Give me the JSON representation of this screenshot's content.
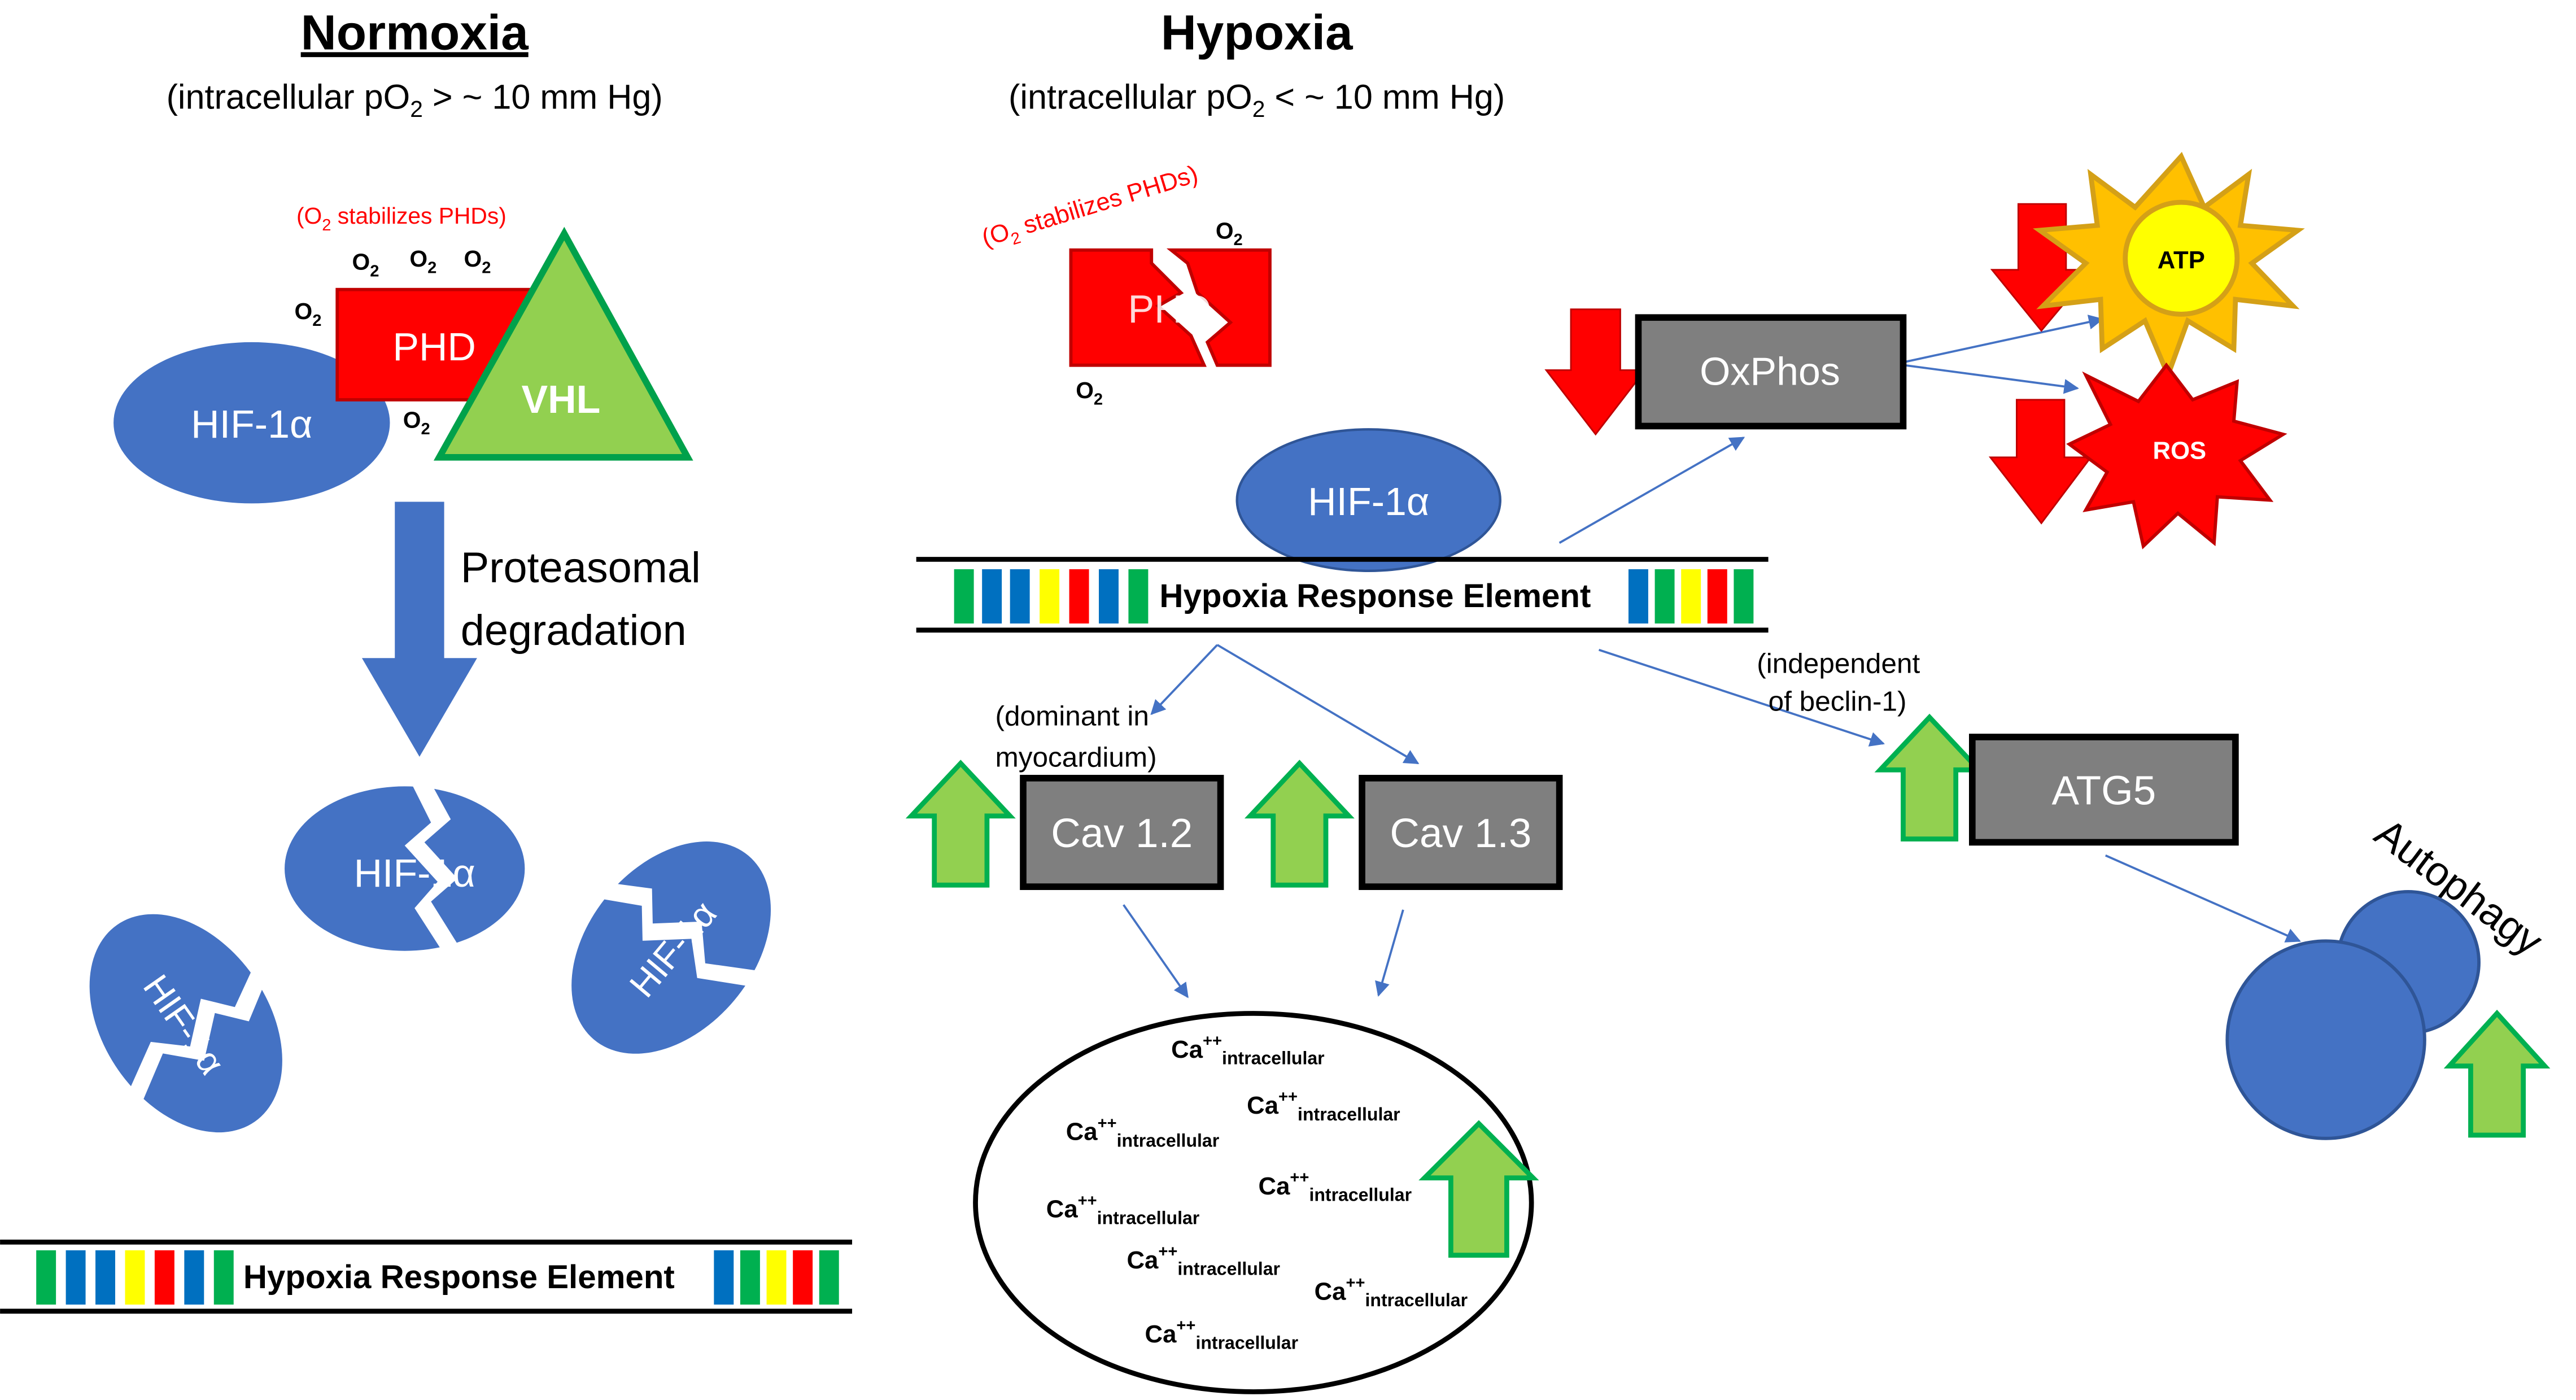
{
  "normoxia": {
    "title": "Normoxia",
    "condition_pre": "(intracellular pO",
    "condition_sub": "2",
    "condition_post": " > ~ 10 mm Hg)",
    "stabilize_pre": "(O",
    "stabilize_sub": "2",
    "stabilize_post": " stabilizes PHDs)",
    "o2_base": "O",
    "o2_sub": "2",
    "hif": "HIF-1α",
    "phd": "PHD",
    "vhl": "VHL",
    "degradation_line1": "Proteasomal",
    "degradation_line2": "degradation",
    "frag_a": "HIF-1α",
    "frag_b": "HIF-1α",
    "frag_c": "HIF-1α",
    "hre": "Hypoxia Response Element"
  },
  "hypoxia": {
    "title": "Hypoxia",
    "condition_pre": "(intracellular pO",
    "condition_sub": "2",
    "condition_post": " < ~ 10 mm Hg)",
    "stabilize_pre": "(O",
    "stabilize_sub": "2",
    "stabilize_post": " stabilizes PHDs)",
    "o2_base": "O",
    "o2_sub": "2",
    "phd_broken": "PHD",
    "hif": "HIF-1α",
    "hre": "Hypoxia Response Element",
    "oxphos": "OxPhos",
    "atp": "ATP",
    "ros": "ROS",
    "dominant_line1": "(dominant in",
    "dominant_line2": "myocardium)",
    "cav12": "Cav 1.2",
    "cav13": "Cav 1.3",
    "independent_line1": "(independent",
    "independent_line2": "of beclin-1)",
    "atg5": "ATG5",
    "autophagy": "Autophagy",
    "ca_base": "Ca",
    "ca_sup": "++",
    "ca_sub": "intracellular"
  },
  "colors": {
    "blue": "#4472c4",
    "red": "#ff0000",
    "green": "#70ad47",
    "green_light": "#92d050",
    "gray": "#7f7f7f",
    "yellow": "#ffff00",
    "gold": "#d4a017"
  }
}
